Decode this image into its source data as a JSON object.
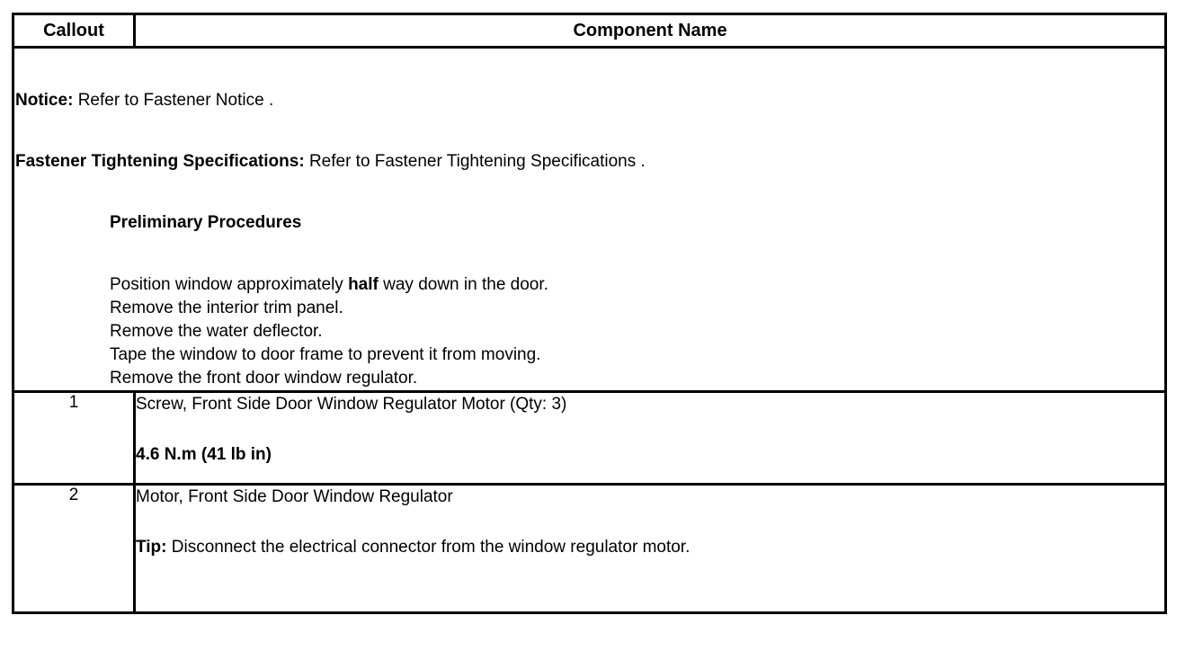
{
  "table": {
    "headers": {
      "callout": "Callout",
      "component_name": "Component Name"
    },
    "notice_block": {
      "notice_label": "Notice:",
      "notice_text": "Refer to Fastener Notice .",
      "fastener_label": "Fastener Tightening Specifications:",
      "fastener_text": "Refer to Fastener Tightening Specifications .",
      "preliminary_heading": "Preliminary Procedures",
      "preliminary_steps": [
        {
          "prefix": "Position window approximately ",
          "emphasis": "half",
          "suffix": " way down in the door."
        },
        {
          "prefix": "Remove the interior trim panel.",
          "emphasis": "",
          "suffix": ""
        },
        {
          "prefix": "Remove the water deflector.",
          "emphasis": "",
          "suffix": ""
        },
        {
          "prefix": "Tape the window to door frame to prevent it from moving.",
          "emphasis": "",
          "suffix": ""
        },
        {
          "prefix": "Remove the front door window regulator.",
          "emphasis": "",
          "suffix": ""
        }
      ]
    },
    "rows": [
      {
        "callout": "1",
        "component_name": "Screw, Front Side Door Window Regulator Motor (Qty: 3)",
        "sub_label": "",
        "sub_text": "4.6 N.m (41 lb in)",
        "sub_bold": true
      },
      {
        "callout": "2",
        "component_name": "Motor, Front Side Door Window Regulator",
        "sub_label": "Tip:",
        "sub_text": " Disconnect the electrical connector from the window regulator motor.",
        "sub_bold": false
      }
    ]
  },
  "colors": {
    "border": "#000000",
    "background": "#ffffff",
    "text": "#000000"
  }
}
